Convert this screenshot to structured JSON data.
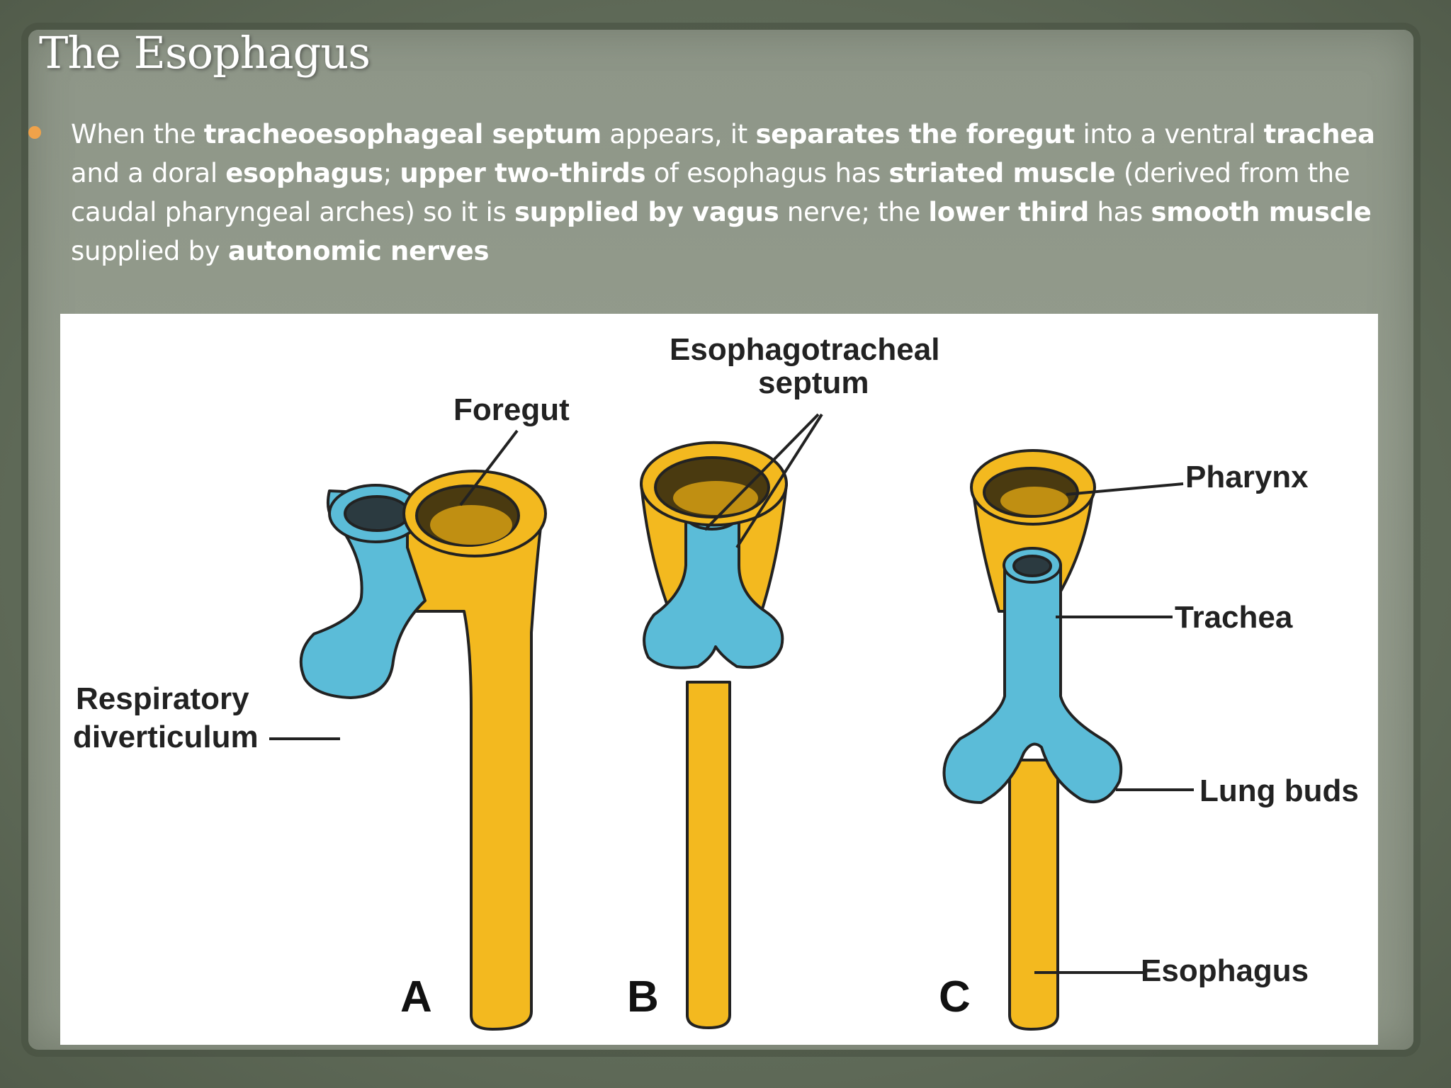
{
  "slide": {
    "title": "The Esophagus",
    "bullet": {
      "t1": "When the ",
      "b1": "tracheoesophageal septum",
      "t2": " appears, it ",
      "b2": "separates the foregut",
      "t3": " into a ventral ",
      "b3": "trachea",
      "t4": " and a doral ",
      "b4": "esophagus",
      "t5": "; ",
      "b5": "upper two-thirds",
      "t6": " of esophagus has ",
      "b6": "striated muscle",
      "t7": " (derived from the caudal pharyngeal arches) so it is ",
      "b7": "supplied by vagus",
      "t8": " nerve; the ",
      "b8": "lower third",
      "t9": " has ",
      "b9": "smooth muscle",
      "t10": " supplied by ",
      "b10": "autonomic nerves"
    },
    "bullet_color": "#f0a24a"
  },
  "figure": {
    "labels": {
      "foregut": "Foregut",
      "septum_1": "Esophagotracheal",
      "septum_2": "septum",
      "respiratory_1": "Respiratory",
      "respiratory_2": "diverticulum",
      "pharynx": "Pharynx",
      "trachea": "Trachea",
      "lung_buds": "Lung buds",
      "esophagus": "Esophagus"
    },
    "panel_letters": {
      "a": "A",
      "b": "B",
      "c": "C"
    },
    "colors": {
      "gut": "#f3b91f",
      "respiratory": "#5bbcd8",
      "outline": "#222222"
    }
  }
}
